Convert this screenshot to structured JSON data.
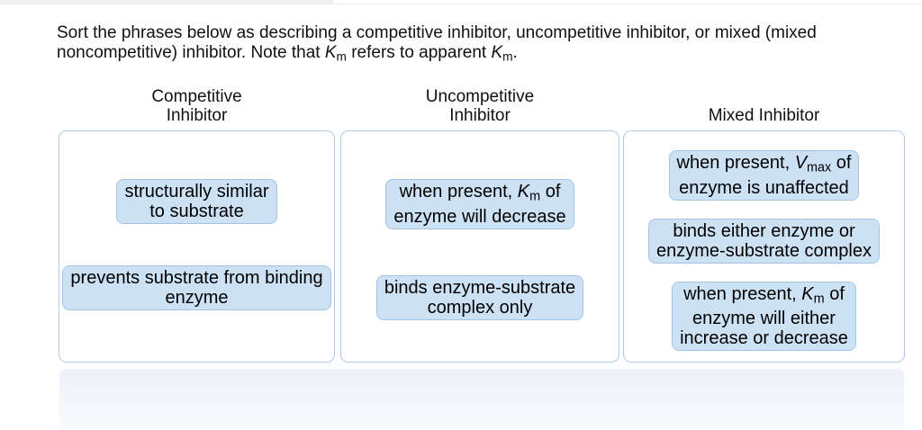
{
  "colors": {
    "chip_fill": "#cde1f5",
    "chip_border": "#a4c6e6",
    "box_border": "#accdeb",
    "tray_top": "#edf1f8",
    "tray_bottom": "#f8fbfd"
  },
  "instruction": {
    "text": "Sort the phrases below as describing a competitive inhibitor, uncompetitive inhibitor, or mixed (mixed noncompetitive) inhibitor. Note that Km refers to apparent Km.",
    "lines": [
      [
        {
          "t": "Sort the phrases below as describing a competitive inhibitor, uncompetitive inhibitor, or mixed (mixed"
        }
      ],
      [
        {
          "t": "noncompetitive) inhibitor. Note that "
        },
        {
          "t": "K",
          "s": "i"
        },
        {
          "t": "m",
          "s": "sub"
        },
        {
          "t": " refers to apparent "
        },
        {
          "t": "K",
          "s": "i"
        },
        {
          "t": "m",
          "s": "sub"
        },
        {
          "t": "."
        }
      ]
    ]
  },
  "columns": [
    {
      "key": "competitive",
      "header": "Competitive Inhibitor",
      "header_lines": [
        [
          {
            "t": "Competitive"
          }
        ],
        [
          {
            "t": "Inhibitor"
          }
        ]
      ],
      "chips": [
        {
          "name": "structurally-similar-to-substrate",
          "text": "structurally similar to substrate",
          "lines": [
            [
              {
                "t": "structurally similar"
              }
            ],
            [
              {
                "t": "to substrate"
              }
            ]
          ]
        },
        {
          "name": "prevents-substrate-from-binding-enzyme",
          "text": "prevents substrate from binding enzyme",
          "lines": [
            [
              {
                "t": "prevents substrate from binding"
              }
            ],
            [
              {
                "t": "enzyme"
              }
            ]
          ]
        }
      ]
    },
    {
      "key": "uncompetitive",
      "header": "Uncompetitive Inhibitor",
      "header_lines": [
        [
          {
            "t": "Uncompetitive"
          }
        ],
        [
          {
            "t": "Inhibitor"
          }
        ]
      ],
      "chips": [
        {
          "name": "when-present-km-of-enzyme-will-decrease",
          "text": "when present, Km of enzyme will decrease",
          "lines": [
            [
              {
                "t": "when present, "
              },
              {
                "t": "K",
                "s": "i"
              },
              {
                "t": "m",
                "s": "sub"
              },
              {
                "t": " of"
              }
            ],
            [
              {
                "t": "enzyme will decrease"
              }
            ]
          ]
        },
        {
          "name": "binds-enzyme-substrate-complex-only",
          "text": "binds enzyme-substrate complex only",
          "lines": [
            [
              {
                "t": "binds enzyme-substrate"
              }
            ],
            [
              {
                "t": "complex only"
              }
            ]
          ]
        }
      ]
    },
    {
      "key": "mixed",
      "header": "Mixed Inhibitor",
      "header_lines": [
        [
          {
            "t": "Mixed Inhibitor"
          }
        ]
      ],
      "chips": [
        {
          "name": "when-present-vmax-of-enzyme-is-unaffected",
          "text": "when present, Vmax of enzyme is unaffected",
          "lines": [
            [
              {
                "t": "when present, "
              },
              {
                "t": "V",
                "s": "i"
              },
              {
                "t": "max",
                "s": "sub"
              },
              {
                "t": " of"
              }
            ],
            [
              {
                "t": "enzyme is unaffected"
              }
            ]
          ]
        },
        {
          "name": "binds-either-enzyme-or-enzyme-substrate-complex",
          "text": "binds either enzyme or enzyme-substrate complex",
          "lines": [
            [
              {
                "t": "binds either enzyme or"
              }
            ],
            [
              {
                "t": "enzyme-substrate complex"
              }
            ]
          ]
        },
        {
          "name": "when-present-km-of-enzyme-will-either-increase-or-decrease",
          "text": "when present, Km of enzyme will either increase or decrease",
          "lines": [
            [
              {
                "t": "when present, "
              },
              {
                "t": "K",
                "s": "i"
              },
              {
                "t": "m",
                "s": "sub"
              },
              {
                "t": " of"
              }
            ],
            [
              {
                "t": "enzyme will either"
              }
            ],
            [
              {
                "t": "increase or decrease"
              }
            ]
          ]
        }
      ]
    }
  ]
}
